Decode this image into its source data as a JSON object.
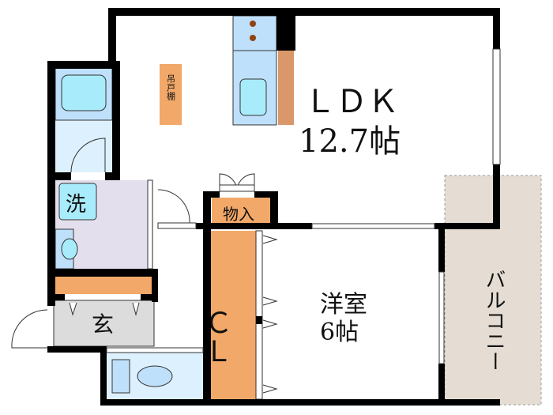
{
  "rooms": {
    "ldk_name": "ＬＤＫ",
    "ldk_size": "12.7帖",
    "bedroom_name": "洋室",
    "bedroom_size": "6帖",
    "closet": "ＣＬ",
    "storage": "物入",
    "wash": "洗",
    "entrance": "玄",
    "hanging_cabinet": "吊戸棚",
    "balcony": "バルコニー"
  },
  "colors": {
    "wall": "#000000",
    "storage": "#f2a868",
    "bath": "#bfe0fb",
    "fixture": "#a8ecfb",
    "wash_floor": "#e4dfec",
    "entrance_floor": "#dcdcdc",
    "balcony": "#e5ddd3"
  }
}
